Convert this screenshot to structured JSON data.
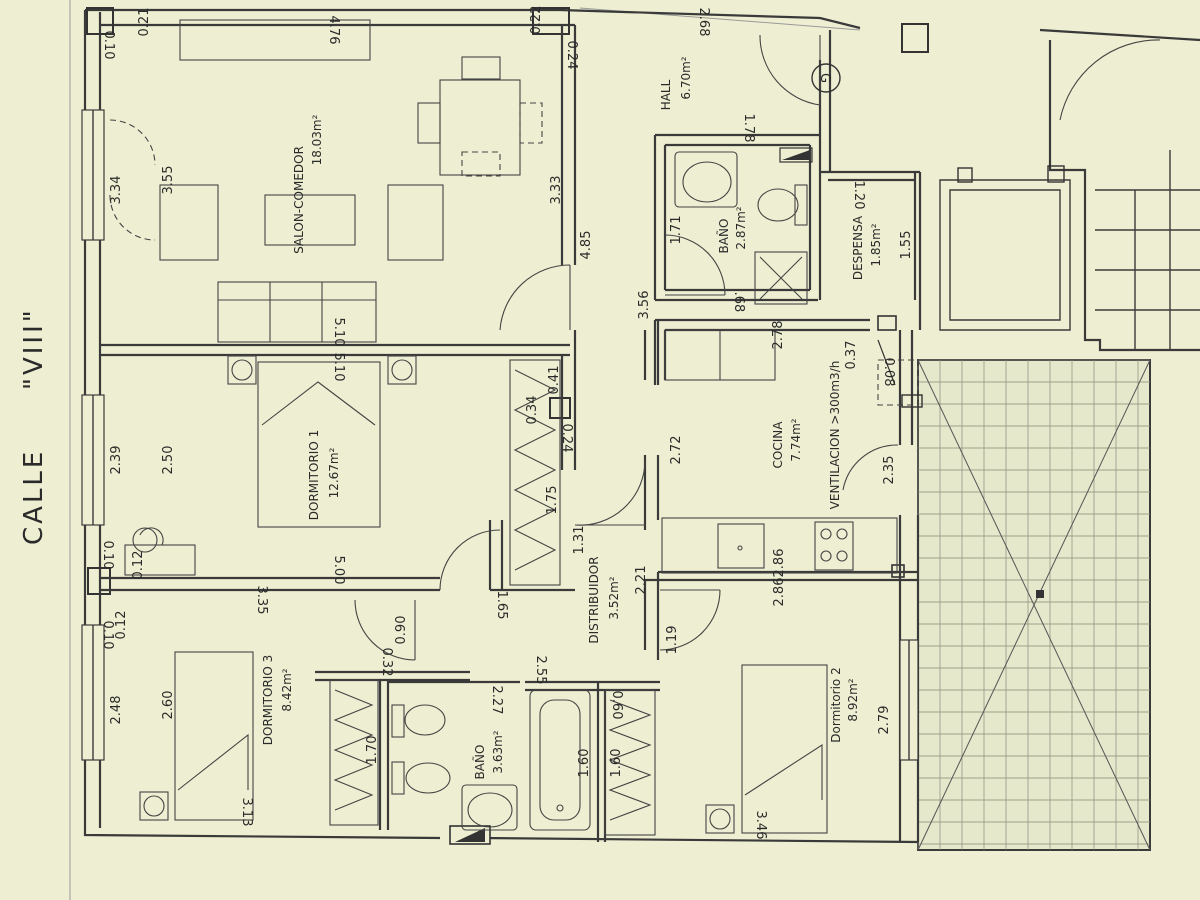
{
  "street": {
    "label": "CALLE",
    "name": "\"VIII\""
  },
  "rooms": [
    {
      "key": "salon",
      "name": "SALON-COMEDOR",
      "area": "18.03m²"
    },
    {
      "key": "hall",
      "name": "HALL",
      "area": "6.70m²"
    },
    {
      "key": "bano1",
      "name": "BAÑO",
      "area": "2.87m²"
    },
    {
      "key": "despensa",
      "name": "DESPENSA",
      "area": "1.85m²"
    },
    {
      "key": "dorm1",
      "name": "DORMITORIO 1",
      "area": "12.67m²"
    },
    {
      "key": "cocina",
      "name": "COCINA",
      "area": "7.74m²"
    },
    {
      "key": "distribuidor",
      "name": "DISTRIBUIDOR",
      "area": "3.52m²"
    },
    {
      "key": "dorm3",
      "name": "DORMITORIO 3",
      "area": "8.42m²"
    },
    {
      "key": "bano2",
      "name": "BAÑO",
      "area": "3.63m²"
    },
    {
      "key": "dorm2",
      "name": "Dormitorio 2",
      "area": "8.92m²"
    }
  ],
  "ventilation_note": "VENTILACION >300m3/h",
  "gas_symbol": "G",
  "dimensions": [
    "0.21",
    "0.10",
    "4.76",
    "0.22",
    "0.24",
    "2.68",
    "3.34",
    "3.55",
    "3.33",
    "4.85",
    "1.78",
    "1.71",
    "1.20",
    "1.55",
    "3.56",
    ".68",
    "2.78",
    "0.37",
    "0.08",
    "5.10",
    "5.10",
    "2.39",
    "2.50",
    "0.41",
    "0.34",
    "0.24",
    "1.75",
    "2.72",
    "2.35",
    "1.31",
    "0.10",
    "0.12",
    "5.00",
    "2.86",
    "2.86",
    "2.21",
    "3.35",
    "1.65",
    "0.12",
    "0.10",
    "0.90",
    "1.19",
    "2.48",
    "2.60",
    "0.32",
    "2.55",
    "2.27",
    "0.60",
    "1.70",
    "1.60",
    "1.60",
    "2.79",
    "3.13",
    "3.46"
  ]
}
